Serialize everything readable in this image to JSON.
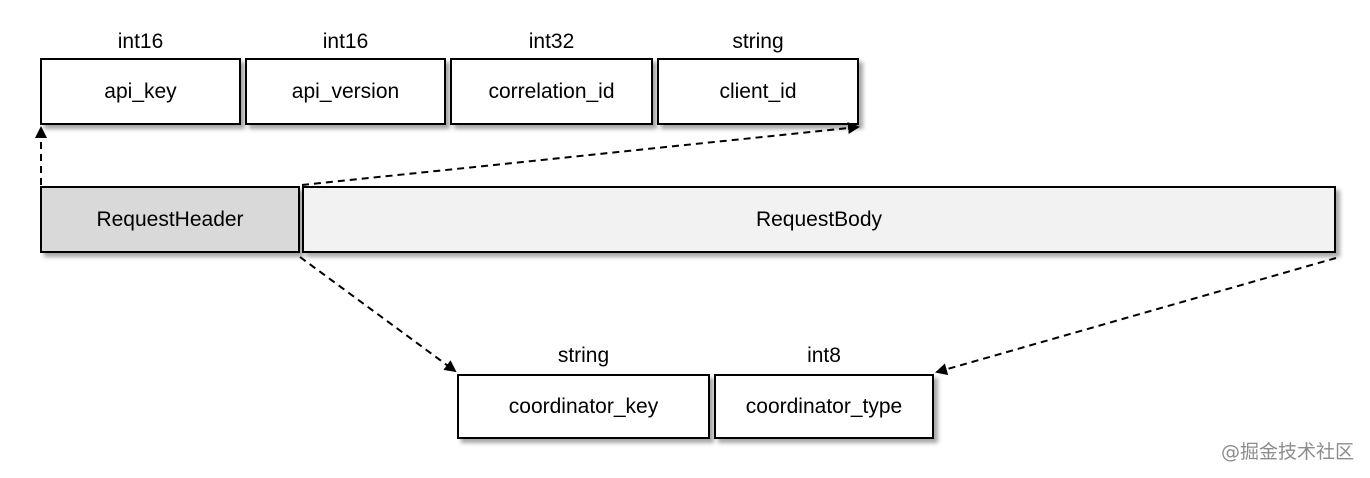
{
  "header_fields": [
    {
      "type": "int16",
      "name": "api_key"
    },
    {
      "type": "int16",
      "name": "api_version"
    },
    {
      "type": "int32",
      "name": "correlation_id"
    },
    {
      "type": "string",
      "name": "client_id"
    }
  ],
  "request": {
    "header_label": "RequestHeader",
    "body_label": "RequestBody"
  },
  "body_fields": [
    {
      "type": "string",
      "name": "coordinator_key"
    },
    {
      "type": "int8",
      "name": "coordinator_type"
    }
  ],
  "watermark": "@掘金技术社区",
  "colors": {
    "header_fill": "#d9d9d9",
    "body_fill": "#f2f2f2",
    "stroke": "#000000"
  }
}
